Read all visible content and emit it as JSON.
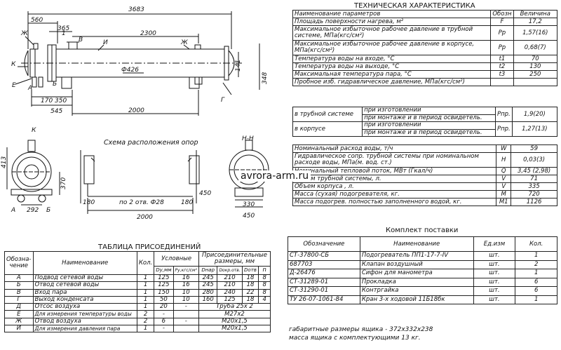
{
  "dims": {
    "d3683": "3683",
    "d560": "560",
    "d365": "365",
    "d2300": "2300",
    "d1": "1",
    "d426": "Ф426",
    "d141": "141",
    "d348": "348",
    "d170": "170",
    "d350": "350",
    "d545": "545",
    "d2000a": "2000",
    "d413": "413",
    "d370": "370",
    "d292": "292",
    "d180a": "180",
    "d180b": "180",
    "d2otv": "по 2 отв. Ф28",
    "d2000b": "2000",
    "d330": "330",
    "d450a": "450",
    "d450b": "450"
  },
  "letters": {
    "zh1": "Ж",
    "i1": "И",
    "zh2": "Ж",
    "k": "К",
    "e": "Е",
    "a1": "А",
    "b1": "Б",
    "v1": "В",
    "g1": "Г",
    "kView": "К",
    "a2": "А",
    "b2": "Б",
    "hh": "Н-Н"
  },
  "supports_title": "Схема расположения опор",
  "watermark": "avrora-arm.ru",
  "specs": {
    "title": "ТЕХНИЧЕСКАЯ ХАРАКТЕРИСТИКА",
    "header": {
      "name": "Наименование параметров",
      "sym": "Обозн",
      "val": "Величина"
    },
    "rows": [
      {
        "n": "Площадь поверхности нагрева, м²",
        "s": "F",
        "v": "17,2"
      },
      {
        "n": "Максимальное избыточное рабочее давление в трубной системе, МПа(кгс/см²)",
        "s": "Pр",
        "v": "1,57(16)"
      },
      {
        "n": "Максимальное избыточное рабочее давление в корпусе, МПа(кгс/см²)",
        "s": "Pр",
        "v": "0,68(7)"
      },
      {
        "n": "Температура воды на входе, °С",
        "s": "t1",
        "v": "70"
      },
      {
        "n": "Температура воды на выходе, °С",
        "s": "t2",
        "v": "130"
      },
      {
        "n": "Максимальная температура пара, °С",
        "s": "t3",
        "v": "250"
      },
      {
        "n": "Пробное изб. гидравлическое давление, МПа(кгс/см²)",
        "s": "",
        "v": ""
      }
    ],
    "probe": {
      "tube": "в трубной системе",
      "shell": "в корпусе",
      "mfg1": "при изготовлении",
      "mount1": "при монтаже и в период освидетель.",
      "mfg2": "при изготовлении",
      "mount2": "при монтаже и в период освидетель.",
      "s1": "Pпр.",
      "v1": "1,9(20)",
      "s2": "Pпр.",
      "v2": "1,27(13)"
    },
    "rows2": [
      {
        "n": "Номинальный расход воды, т/ч",
        "s": "W",
        "v": "59"
      },
      {
        "n": "Гидравлическое сопр. трубной системы при номинальном расходе воды, МПа(м. вод. ст.)",
        "s": "H",
        "v": "0,03(3)"
      },
      {
        "n": "Номинальный тепловой поток, МВт (Гкал/ч)",
        "s": "Q",
        "v": "3,45 (2,98)"
      },
      {
        "n": "Объем трубной системы, л.",
        "s": "V",
        "v": "71"
      },
      {
        "n": "Объем корпуса , л.",
        "s": "V",
        "v": "335"
      },
      {
        "n": "Масса (сухая) подогревателя, кг.",
        "s": "M",
        "v": "720"
      },
      {
        "n": "Масса подогрев. полностью заполненного водой, кг.",
        "s": "M1",
        "v": "1126"
      }
    ]
  },
  "kit": {
    "title": "Комплект поставки",
    "header": {
      "code": "Обозначение",
      "name": "Наименование",
      "unit": "Ед.изм",
      "qty": "Кол."
    },
    "rows": [
      {
        "code": "СТ-37800-СБ",
        "name": "Подогреватель ПП1-17-7-IV",
        "unit": "шт.",
        "qty": "1"
      },
      {
        "code": "687703",
        "name": "Клапан воздушный",
        "unit": "шт.",
        "qty": "2"
      },
      {
        "code": "Д-26476",
        "name": "Сифон для манометра",
        "unit": "шт.",
        "qty": "1"
      },
      {
        "code": "СТ-31289-01",
        "name": "Прокладка",
        "unit": "шт.",
        "qty": "6"
      },
      {
        "code": "СТ-31290-01",
        "name": "Контргайка",
        "unit": "шт.",
        "qty": "6"
      },
      {
        "code": "ТУ 26-07-1061-84",
        "name": "Кран 3-х ходовой 11Б18бк",
        "unit": "шт.",
        "qty": "1"
      }
    ],
    "note1": "габаритные размеры ящика  - 372х332х238",
    "note2": "масса ящика с комплектующими 13 кг."
  },
  "conn": {
    "title": "ТАБЛИЦА ПРИСОЕДИНЕНИЙ",
    "header": {
      "code": "Обозна-чение",
      "name": "Наименование",
      "qty": "Кол.",
      "cond": "Условные",
      "du": "Dу,мм",
      "py": "Pу,кгс/см²",
      "attach": "Присоединительные размеры, мм",
      "dn": "Dнар",
      "dc": "Dокр.отв.",
      "do": "Dотв",
      "n": "n"
    },
    "rows": [
      {
        "c": "А",
        "n": "Подвод сетевой воды",
        "q": "1",
        "du": "125",
        "py": "16",
        "dn": "245",
        "dc": "210",
        "do": "18",
        "k": "8"
      },
      {
        "c": "Б",
        "n": "Отвод сетевой воды",
        "q": "1",
        "du": "125",
        "py": "16",
        "dn": "245",
        "dc": "210",
        "do": "18",
        "k": "8"
      },
      {
        "c": "В",
        "n": "Вход пара",
        "q": "1",
        "du": "150",
        "py": "10",
        "dn": "280",
        "dc": "240",
        "do": "22",
        "k": "8"
      },
      {
        "c": "Г",
        "n": "Выход конденсата",
        "q": "1",
        "du": "50",
        "py": "10",
        "dn": "160",
        "dc": "125",
        "do": "18",
        "k": "4"
      },
      {
        "c": "Д",
        "n": "Отсос воздуха",
        "q": "1",
        "du": "20",
        "py": "-",
        "ext": "Труба 25х 2"
      },
      {
        "c": "Е",
        "n": "Для измерения температуры воды",
        "q": "2",
        "du": "-",
        "py": "",
        "ext": "M27х2"
      },
      {
        "c": "Ж",
        "n": "Отвод воздуха",
        "q": "2",
        "du": "6",
        "py": "-",
        "ext": "M20х1,5"
      },
      {
        "c": "И",
        "n": "Для измерения давления пара",
        "q": "1",
        "du": "-",
        "py": "",
        "ext": "M20х1,5"
      }
    ]
  }
}
